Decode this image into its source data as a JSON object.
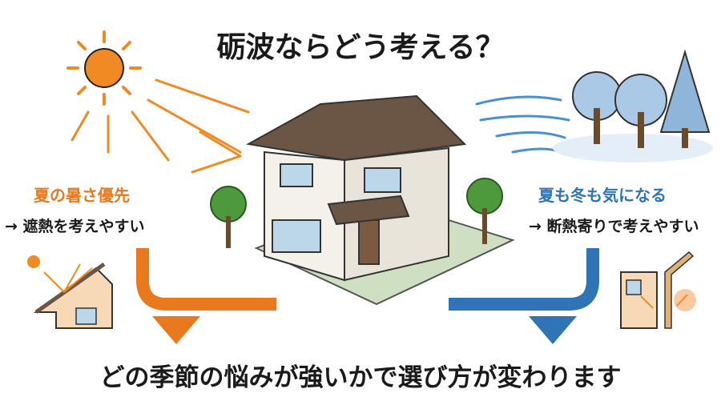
{
  "title": "砺波ならどう考える？",
  "left": {
    "heading": "夏の暑さ優先",
    "sub": "→ 遮熱を考えやすい"
  },
  "right": {
    "heading": "夏も冬も気になる",
    "sub": "→ 断熱寄りで考えやすい"
  },
  "bottom": "どの季節の悩みが強いかで選び方が変わります",
  "colors": {
    "orange": "#e8791f",
    "blue": "#2f74b5",
    "text": "#1a1a1a"
  }
}
